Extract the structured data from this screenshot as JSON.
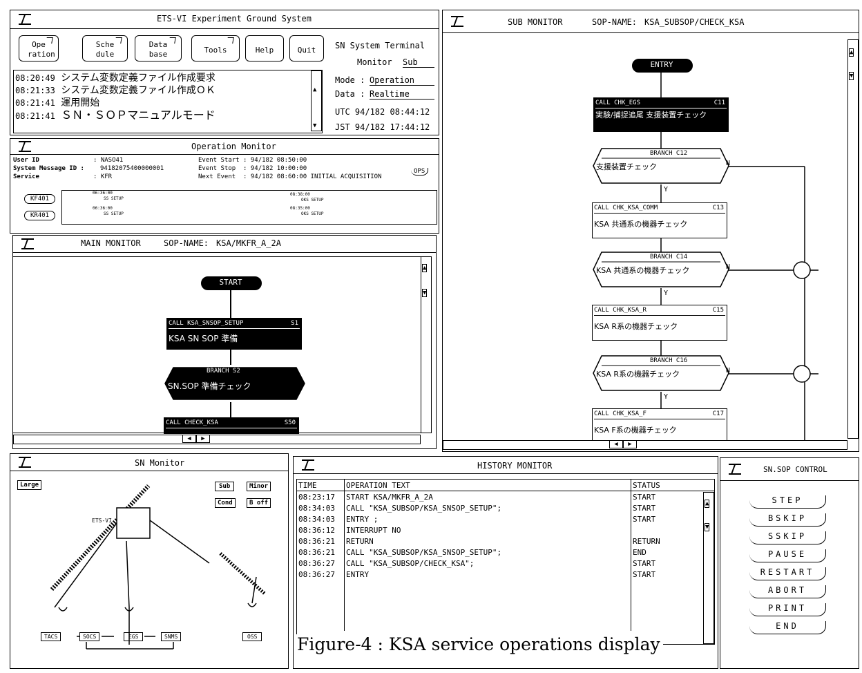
{
  "ground_system": {
    "title": "ETS-VI Experiment Ground System",
    "menu": [
      "Ope ration",
      "Sche dule",
      "Data base",
      "Tools",
      "Help",
      "Quit"
    ],
    "terminal_title": "SN System Terminal",
    "monitor_label": "Monitor",
    "monitor_value": "Sub",
    "mode_label": "Mode :",
    "mode_value": "Operation",
    "data_label": "Data :",
    "data_value": "Realtime",
    "utc": "UTC 94/182 08:44:12",
    "jst": "JST 94/182 17:44:12",
    "log": [
      {
        "time": "08:20:49",
        "text": "システム変数定義ファイル作成要求"
      },
      {
        "time": "08:21:33",
        "text": "システム変数定義ファイル作成ＯＫ"
      },
      {
        "time": "08:21:41",
        "text": "運用開始"
      },
      {
        "time": "08:21:41",
        "text": "ＳＮ・ＳＯＰマニュアルモード"
      }
    ]
  },
  "operation_monitor": {
    "title": "Operation Monitor",
    "user_id_label": "User ID",
    "user_id": ": NASO41",
    "sysmsg_label": "System Message ID :",
    "sysmsg": "94182075400000001",
    "service_label": "Service",
    "service": ": KFR",
    "event_start": "Event Start : 94/182 08:50:00",
    "event_stop": "Event Stop  : 94/182 10:00:00",
    "next_event": "Next Event  : 94/182 08:60:00 INITIAL ACQUISITION",
    "ops_button": "OPS",
    "kf_button": "KF401",
    "kr_button": "KR401",
    "timeline": [
      "06:36:00",
      "SS SETUP",
      "06:36:00",
      "SS SETUP",
      "08:38:00",
      "OKS SETUP",
      "08:35:00",
      "OKS SETUP"
    ]
  },
  "main_monitor": {
    "title": "MAIN MONITOR",
    "sop_label": "SOP-NAME:",
    "sop_name": "KSA/MKFR_A_2A",
    "start": "START",
    "call1": "CALL KSA_SNSOP_SETUP",
    "call1_id": "S1",
    "call1_text": "KSA SN SOP 準備",
    "branch": "BRANCH S2",
    "branch_text": "SN.SOP 準備チェック",
    "call2": "CALL CHECK_KSA",
    "call2_id": "S50"
  },
  "sub_monitor": {
    "title": "SUB MONITOR",
    "sop_label": "SOP-NAME:",
    "sop_name": "KSA_SUBSOP/CHECK_KSA",
    "entry": "ENTRY",
    "nodes": [
      {
        "kind": "call",
        "head": "CALL CHK_EGS",
        "id": "C11",
        "text": "実験/捕捉追尾 支援装置チェック",
        "active": true
      },
      {
        "kind": "branch",
        "head": "BRANCH C12",
        "text": "支援装置チェック"
      },
      {
        "kind": "call",
        "head": "CALL CHK_KSA_COMM",
        "id": "C13",
        "text": "KSA 共通系の機器チェック"
      },
      {
        "kind": "branch",
        "head": "BRANCH C14",
        "text": "KSA 共通系の機器チェック"
      },
      {
        "kind": "call",
        "head": "CALL CHK_KSA_R",
        "id": "C15",
        "text": "KSA R系の機器チェック"
      },
      {
        "kind": "branch",
        "head": "BRANCH C16",
        "text": "KSA R系の機器チェック"
      },
      {
        "kind": "call",
        "head": "CALL CHK_KSA_F",
        "id": "C17",
        "text": "KSA F系の機器チェック"
      }
    ],
    "yes": "Y",
    "no": "N"
  },
  "sn_monitor": {
    "title": "SN Monitor",
    "large": "Large",
    "sub": "Sub",
    "minor": "Minor",
    "cond": "Cond",
    "boff": "B off",
    "satellite": "ETS-VI",
    "stations": [
      "TACS",
      "SOCS",
      "EGS",
      "SNMS",
      "OSS"
    ]
  },
  "history_monitor": {
    "title": "HISTORY MONITOR",
    "columns": [
      "TIME",
      "OPERATION TEXT",
      "STATUS"
    ],
    "rows": [
      [
        "08:23:17",
        "START KSA/MKFR_A_2A",
        "START"
      ],
      [
        "08:34:03",
        "CALL \"KSA_SUBSOP/KSA_SNSOP_SETUP\";",
        "START"
      ],
      [
        "08:34:03",
        "ENTRY  ;",
        "START"
      ],
      [
        "08:36:12",
        "INTERRUPT  NO",
        ""
      ],
      [
        "08:36:21",
        "RETURN",
        "RETURN"
      ],
      [
        "08:36:21",
        "CALL \"KSA_SUBSOP/KSA_SNSOP_SETUP\";",
        "END"
      ],
      [
        "08:36:27",
        "CALL \"KSA_SUBSOP/CHECK_KSA\";",
        "START"
      ],
      [
        "08:36:27",
        "ENTRY",
        "START"
      ]
    ]
  },
  "sop_control": {
    "title": "SN.SOP CONTROL",
    "buttons": [
      "STEP",
      "BSKIP",
      "SSKIP",
      "PAUSE",
      "RESTART",
      "ABORT",
      "PRINT",
      "END"
    ]
  },
  "caption": "Figure-4 : KSA service operations display"
}
